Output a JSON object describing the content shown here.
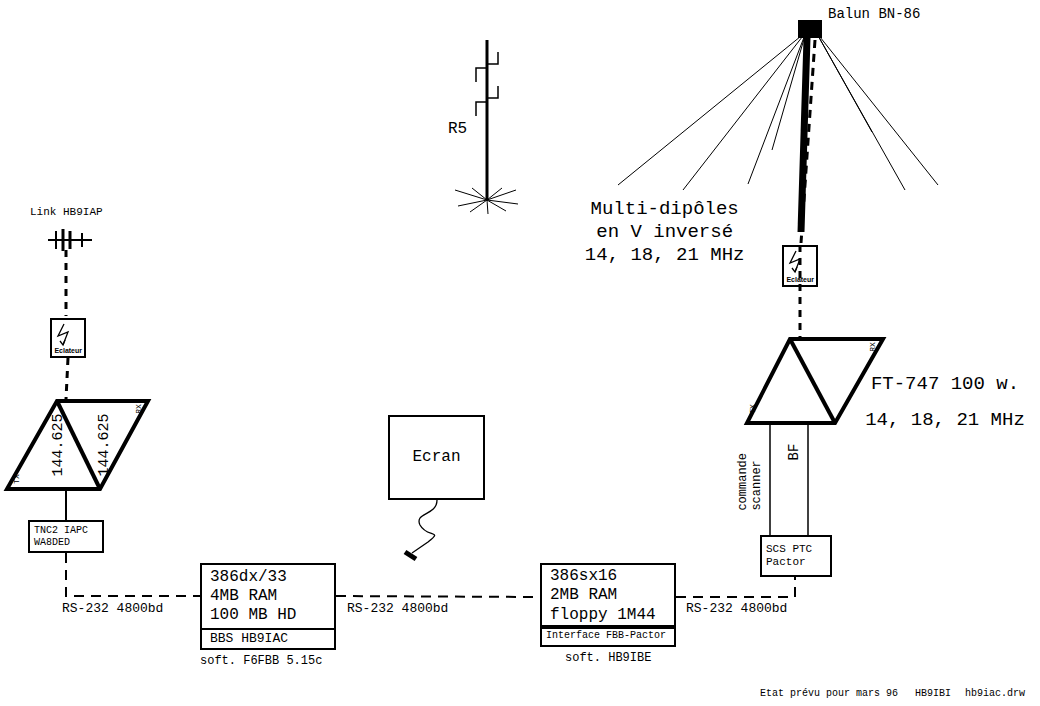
{
  "diagram": {
    "nodes": [
      {
        "text": [
          "Eclateur"
        ]
      },
      {
        "text": [
          "144.625",
          "144.625",
          "TX",
          "RX"
        ]
      },
      {
        "text": [
          "TNC2 IAPC",
          "WA8DED"
        ]
      },
      {
        "text": [
          "386dx/33",
          "4MB RAM",
          "100 MB HD"
        ]
      },
      {
        "text": [
          "BBS HB9IAC"
        ]
      },
      {
        "text": [
          "Ecran"
        ]
      },
      {
        "text": [
          "386sx16",
          "2MB RAM",
          "floppy 1M44"
        ]
      },
      {
        "text": [
          "Interface FBB-Pactor"
        ]
      },
      {
        "text": [
          "Eclateur"
        ]
      },
      {
        "text": [
          "TX",
          "RX",
          "FT-747 100 w.",
          "14, 18, 21 MHz"
        ]
      },
      {
        "text": [
          "SCS PTC",
          "Pactor"
        ]
      }
    ],
    "edges": [
      {
        "from": 0,
        "to": 1,
        "arrow": "none"
      },
      {
        "from": 1,
        "to": 2,
        "arrow": "none"
      },
      {
        "from": 2,
        "to": 3,
        "label": "RS-232 4800bd",
        "arrow": "none"
      },
      {
        "from": 3,
        "to": 6,
        "label": "RS-232 4800bd",
        "arrow": "none"
      },
      {
        "from": 6,
        "to": 10,
        "label": "RS-232 4800bd",
        "arrow": "none"
      },
      {
        "from": 9,
        "to": 10,
        "label": "commande scanner",
        "arrow": "none"
      },
      {
        "from": 9,
        "to": 10,
        "label": "BF",
        "arrow": "none"
      },
      {
        "from": 8,
        "to": 9,
        "arrow": "none"
      }
    ],
    "labels": [
      "Link HB9IAP",
      "R5",
      "Balun BN-86",
      "Multi-dipôles en V inversé 14, 18, 21 MHz",
      "soft. F6FBB 5.15c",
      "soft. HB9IBE",
      "Etat prévu pour mars 96",
      "HB9IBI",
      "hb9iac.drw"
    ]
  }
}
